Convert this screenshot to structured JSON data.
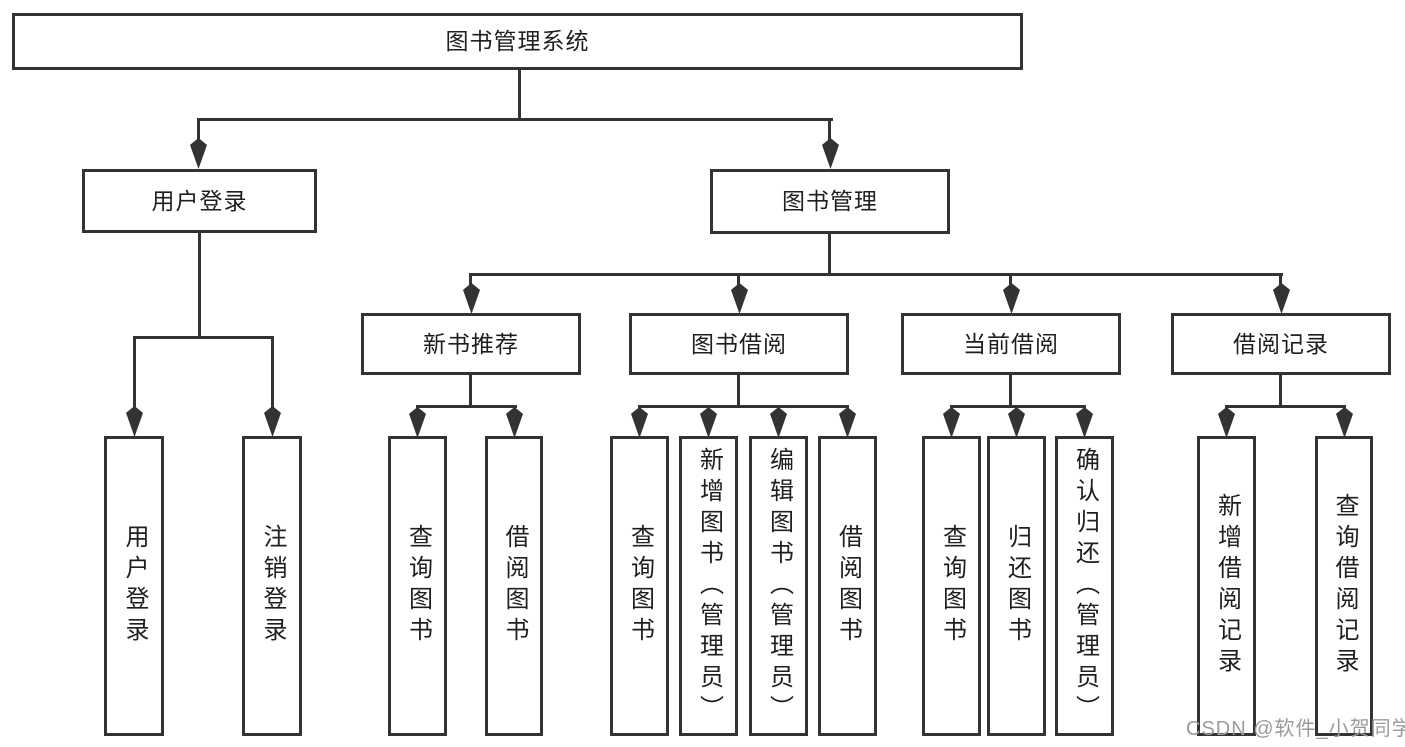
{
  "tree": {
    "label": "图书管理系统",
    "children": [
      {
        "label": "用户登录",
        "children": [
          {
            "label": "用户登录"
          },
          {
            "label": "注销登录"
          }
        ]
      },
      {
        "label": "图书管理",
        "children": [
          {
            "label": "新书推荐",
            "children": [
              {
                "label": "查询图书"
              },
              {
                "label": "借阅图书"
              }
            ]
          },
          {
            "label": "图书借阅",
            "children": [
              {
                "label": "查询图书"
              },
              {
                "label": "新增图书（管理员）"
              },
              {
                "label": "编辑图书（管理员）"
              },
              {
                "label": "借阅图书"
              }
            ]
          },
          {
            "label": "当前借阅",
            "children": [
              {
                "label": "查询图书"
              },
              {
                "label": "归还图书"
              },
              {
                "label": "确认归还（管理员）"
              }
            ]
          },
          {
            "label": "借阅记录",
            "children": [
              {
                "label": "新增借阅记录"
              },
              {
                "label": "查询借阅记录"
              }
            ]
          }
        ]
      }
    ]
  },
  "watermark": {
    "text": "CSDN @软件_小贺同学"
  },
  "colors": {
    "line": "#333333",
    "text": "#1f1f1f",
    "watermark": "#9b9b9b",
    "background": "#ffffff"
  }
}
